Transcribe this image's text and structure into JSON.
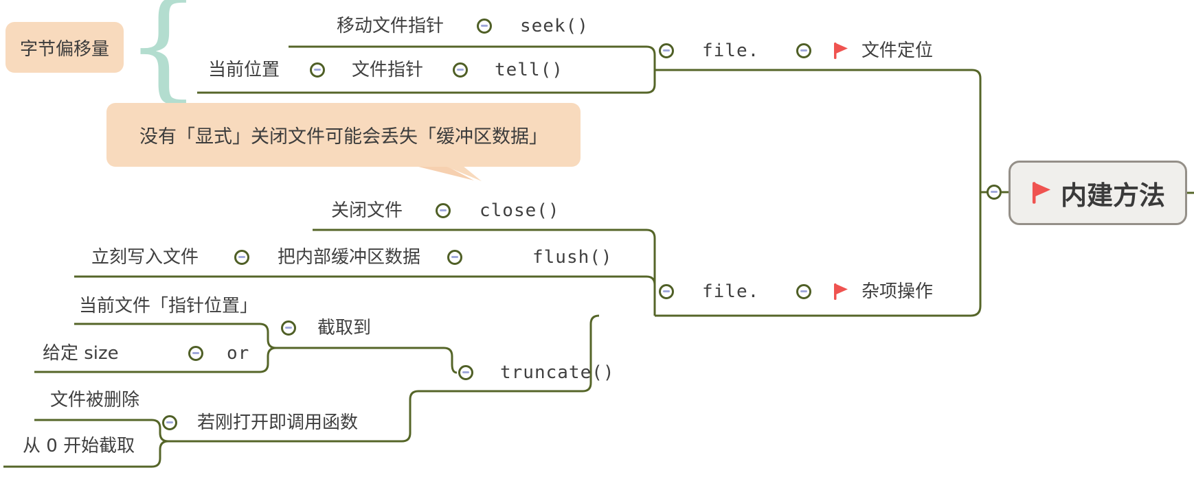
{
  "colors": {
    "branch_line": "#556528",
    "text": "#3f3f3f",
    "flag_red": "#ef5350",
    "callout_bg": "#f8dabd",
    "minus": "#9fa8da",
    "brace": "#b3ddcf",
    "root_bg": "#f0efec",
    "root_border": "#948f88"
  },
  "root": {
    "label": "内建方法"
  },
  "top_branch": {
    "parent": "file.",
    "label": "文件定位",
    "seek": {
      "desc": "移动文件指针",
      "code": "seek()"
    },
    "tell": {
      "pos": "当前位置",
      "pointer": "文件指针",
      "code": "tell()"
    }
  },
  "bottom_branch": {
    "parent": "file.",
    "label": "杂项操作",
    "close": {
      "desc": "关闭文件",
      "code": "close()"
    },
    "flush": {
      "desc": "立刻写入文件",
      "buffer": "把内部缓冲区数据",
      "code": "flush()"
    },
    "truncate": {
      "code": "truncate()",
      "cut_to": "截取到",
      "current_pos": "当前文件「指针位置」",
      "given_size": "给定 size",
      "or": "or",
      "file_deleted": "文件被删除",
      "from_zero": "从 0 开始截取",
      "just_opened": "若刚打开即调用函数"
    }
  },
  "callout": {
    "text": "没有「显式」关闭文件可能会丢失「缓冲区数据」"
  },
  "summary_note": {
    "label": "字节偏移量"
  }
}
